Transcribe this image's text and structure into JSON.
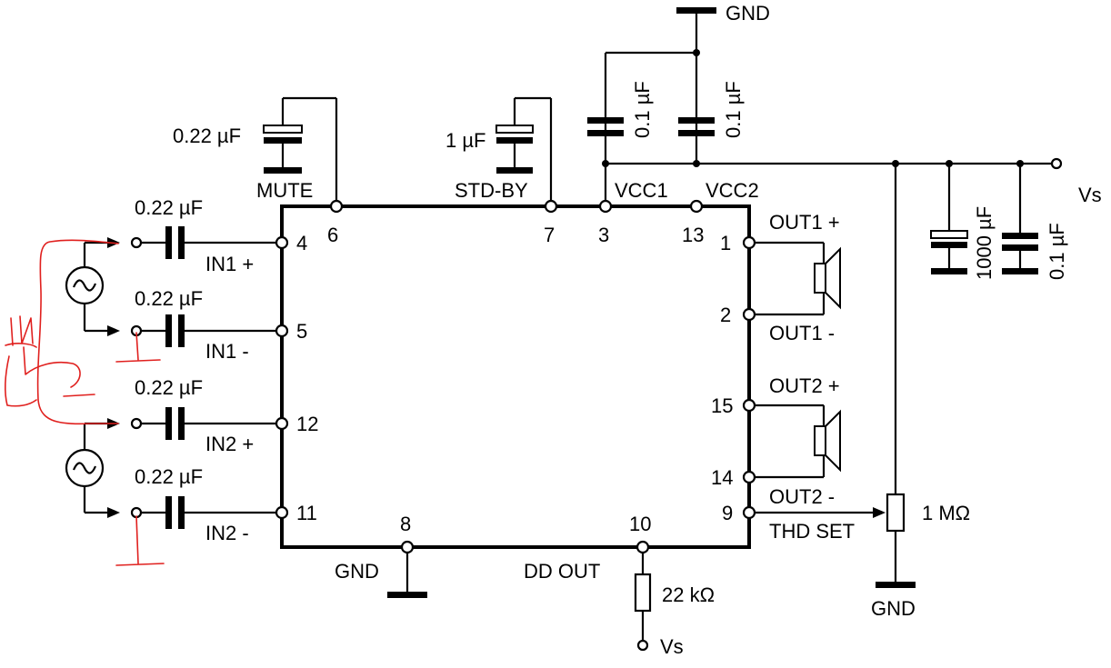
{
  "capacitors": {
    "mute": "0.22 µF",
    "stby": "1 µF",
    "vcc1": "0.1 µF",
    "vcc2": "0.1 µF",
    "bulk": "1000 µF",
    "supply": "0.1 µF",
    "in1p": "0.22 µF",
    "in1n": "0.22 µF",
    "in2p": "0.22 µF",
    "in2n": "0.22 µF"
  },
  "labels": {
    "gnd_top": "GND",
    "vs_right": "Vs",
    "mute": "MUTE",
    "stby": "STD-BY",
    "vcc1": "VCC1",
    "vcc2": "VCC2",
    "in1p": "IN1 +",
    "in1n": "IN1 -",
    "in2p": "IN2 +",
    "in2n": "IN2 -",
    "out1p": "OUT1 +",
    "out1n": "OUT1 -",
    "out2p": "OUT2 +",
    "out2n": "OUT2 -",
    "thd": "THD SET",
    "gnd_ic": "GND",
    "ddout": "DD OUT",
    "gnd_pot": "GND",
    "vs_bottom": "Vs",
    "pot": "1 MΩ",
    "resistor": "22 kΩ"
  },
  "pins": {
    "p4": "4",
    "p6": "6",
    "p7": "7",
    "p3": "3",
    "p13": "13",
    "p5": "5",
    "p12": "12",
    "p11": "11",
    "p1": "1",
    "p2": "2",
    "p15": "15",
    "p14": "14",
    "p9": "9",
    "p8": "8",
    "p10": "10"
  },
  "handwritten_note": "IN"
}
